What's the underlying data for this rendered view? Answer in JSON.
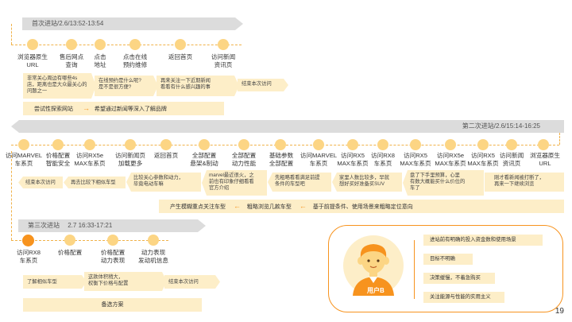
{
  "visit1": {
    "title": "首次进站/2.6/13:52-13:54",
    "nodes": [
      {
        "label": "浏览器原生\nURL"
      },
      {
        "label": "售后网点\n查询"
      },
      {
        "label": "点击\n地址"
      },
      {
        "label": "点击在线\n预约维修"
      },
      {
        "label": "返回首页"
      },
      {
        "label": "访问新闻\n资讯页"
      }
    ],
    "thoughts": [
      "非常关心周边有哪些4s\n店，距离也是大众最关心的\n问题之一",
      "在线预约是什么呢?\n是不是很方便?",
      "再来关注一下近期新闻\n看看有什么感兴趣的事",
      "结束本次访问"
    ],
    "summary_left": "尝试性探索网站",
    "summary_right": "希望通过新闻等深入了解品牌"
  },
  "visit2": {
    "title": "第二次进站/2.6/15:14-16:25",
    "nodes": [
      {
        "label": "访问MARVEL\n车系页"
      },
      {
        "label": "价格配置\n智能安全"
      },
      {
        "label": "访问RX5e\nMAX车系页"
      },
      {
        "label": "访问新闻页\n加载更多"
      },
      {
        "label": "返回首页"
      },
      {
        "label": "全部配置\n悬架&制动"
      },
      {
        "label": "全部配置\n动力性能"
      },
      {
        "label": "基础参数\n全部配置"
      },
      {
        "label": "访问MARVEL\n车系页"
      },
      {
        "label": "访问RX5\nMAX车系页"
      },
      {
        "label": "访问RX8\n车系页"
      },
      {
        "label": "访问RX5\nMAX车系页"
      },
      {
        "label": "访问RX5e\nMAX车系页"
      },
      {
        "label": "访问RX5\nMAX车系页"
      },
      {
        "label": "访问新闻\n资讯页"
      },
      {
        "label": "浏览器原生\nURL"
      }
    ],
    "thoughts": [
      "结束本次访问",
      "再去比较下相似车型",
      "比较关心参数和动力，\n毕竟电动车嘛",
      "marvel最近很火，之\n前也有印象仔细看看\n官方介绍",
      "先粗略看看满足前提\n条件的车型吧",
      "家里人数比较多，早就\n想好买好准备买SUV",
      "盘了下手里预算，心里\n有数大概能买什么价位的\n车了",
      "刚才看新闻被打断了，\n再来一下继续浏览"
    ],
    "summary": [
      "产生模糊重点关注车型",
      "粗略浏览几款车型",
      "基于前提条件、使用场景来粗略定位意向"
    ]
  },
  "visit3": {
    "title": "第三次进站",
    "time": "2.7 16:33-17:21",
    "nodes": [
      {
        "label": "访问RX8\n车系页"
      },
      {
        "label": "价格配置"
      },
      {
        "label": "价格配置\n动力表现"
      },
      {
        "label": "动力表现\n发动机信息"
      }
    ],
    "thoughts": [
      "了解相似车型",
      "这款体积稍大，\n权衡下价格与配置",
      "结束本次访问"
    ],
    "summary": "备选方案"
  },
  "persona": {
    "name": "用户B",
    "traits": [
      "进站前有明确的投入资金数和使用场景",
      "目标不明确",
      "决策缓慢，不着急购买",
      "关注能源与性能的实用主义"
    ]
  },
  "page_number": "19"
}
